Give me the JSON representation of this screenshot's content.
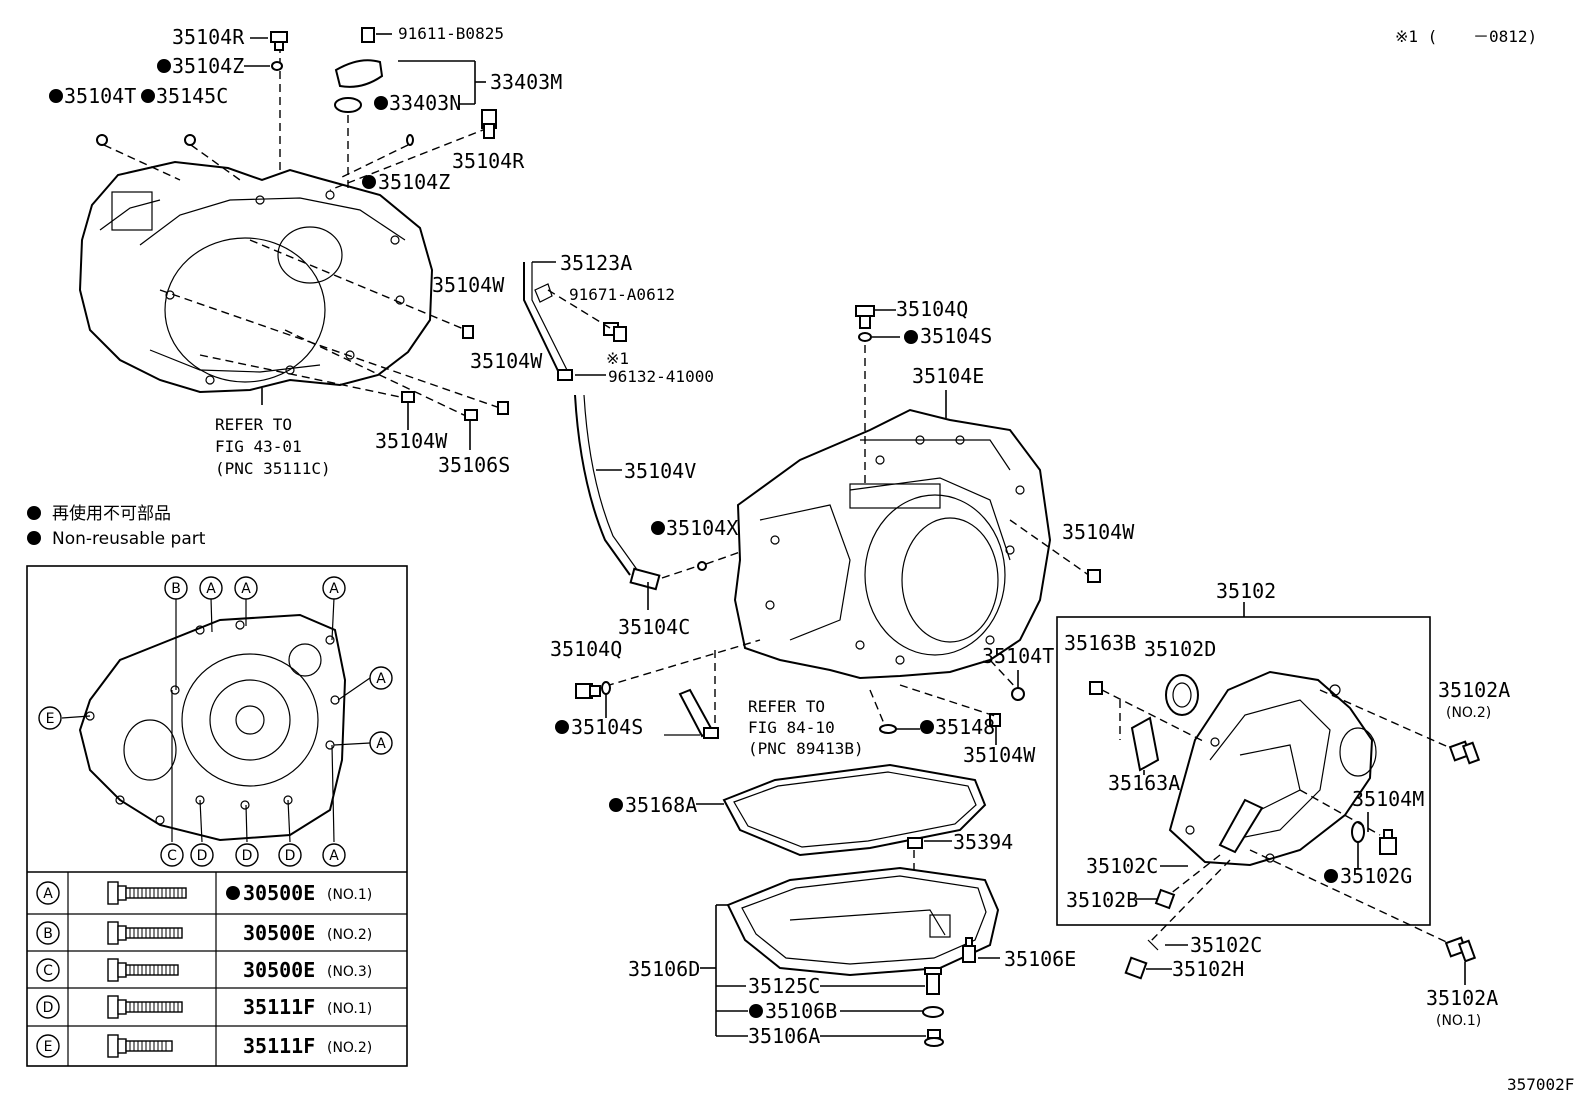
{
  "header": {
    "note_left": "※1 (",
    "note_right": "－0812)"
  },
  "figure_code": "357002F",
  "legend": {
    "ja": "再使用不可部品",
    "en": "Non-reusable part"
  },
  "refer_top": {
    "l1": "REFER TO",
    "l2": "FIG 43-01",
    "l3": "(PNC 35111C)"
  },
  "refer_mid": {
    "l1": "REFER TO",
    "l2": "FIG 84-10",
    "l3": "(PNC 89413B)"
  },
  "note_mark": "※1",
  "labels": {
    "p35104R_top": "35104R",
    "p35104Z_top": "35104Z",
    "p35104T_top": "35104T",
    "p35145C": "35145C",
    "p91611": "91611-B0825",
    "p33403M": "33403M",
    "p33403N": "33403N",
    "p35104R_mid": "35104R",
    "p35104Z_mid": "35104Z",
    "p35104W_a": "35104W",
    "p35104W_b": "35104W",
    "p35104W_c": "35104W",
    "p35106S": "35106S",
    "p35123A": "35123A",
    "p91671": "91671-A0612",
    "p96132": "96132-41000",
    "p35104V": "35104V",
    "p35104X": "35104X",
    "p35104C": "35104C",
    "p35104Q_top": "35104Q",
    "p35104S_top": "35104S",
    "p35104E": "35104E",
    "p35104W_d": "35104W",
    "p35104Q_bot": "35104Q",
    "p35104S_bot": "35104S",
    "p35104T_bot": "35104T",
    "p35148": "35148",
    "p35104W_e": "35104W",
    "p35168A": "35168A",
    "p35394": "35394",
    "p35106D": "35106D",
    "p35125C": "35125C",
    "p35106B": "35106B",
    "p35106A": "35106A",
    "p35106E": "35106E",
    "p35102": "35102",
    "p35163B": "35163B",
    "p35102D": "35102D",
    "p35163A": "35163A",
    "p35102A_top": "35102A",
    "p35102A_top_sub": "(NO.2)",
    "p35104M": "35104M",
    "p35102G": "35102G",
    "p35102C_a": "35102C",
    "p35102B": "35102B",
    "p35102C_b": "35102C",
    "p35102H": "35102H",
    "p35102A_bot": "35102A",
    "p35102A_bot_sub": "(NO.1)"
  },
  "inset_markers": [
    "A",
    "B",
    "C",
    "D",
    "E"
  ],
  "bolt_table": [
    {
      "mark": "A",
      "part": "30500E",
      "sub": "(NO.1)",
      "non_reusable": true
    },
    {
      "mark": "B",
      "part": "30500E",
      "sub": "(NO.2)",
      "non_reusable": false
    },
    {
      "mark": "C",
      "part": "30500E",
      "sub": "(NO.3)",
      "non_reusable": false
    },
    {
      "mark": "D",
      "part": "35111F",
      "sub": "(NO.1)",
      "non_reusable": false
    },
    {
      "mark": "E",
      "part": "35111F",
      "sub": "(NO.2)",
      "non_reusable": false
    }
  ]
}
